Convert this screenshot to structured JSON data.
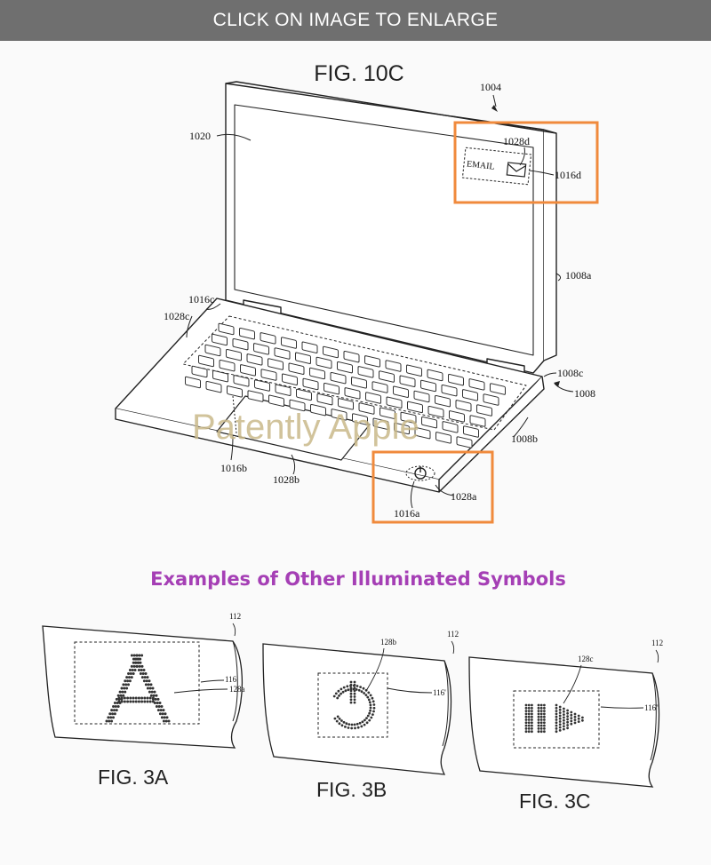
{
  "banner": {
    "text": "CLICK ON IMAGE TO ENLARGE"
  },
  "colors": {
    "highlight": "#f08a3c",
    "subtitle": "#a53fb5",
    "banner_bg": "#6f6f6f",
    "watermark": "#c9b98a",
    "line": "#222222"
  },
  "main_figure": {
    "title": "FIG. 10C",
    "refs": {
      "r1004": "1004",
      "r1020": "1020",
      "r1028d": "1028d",
      "r1016d": "1016d",
      "email": "EMAIL",
      "r1008a": "1008a",
      "r1016c": "1016c",
      "r1028c": "1028c",
      "r1008c": "1008c",
      "r1008": "1008",
      "r1008b": "1008b",
      "r1016b": "1016b",
      "r1028b": "1028b",
      "r1016a": "1016a",
      "r1028a": "1028a"
    },
    "icons": [
      "envelope-icon",
      "power-icon"
    ]
  },
  "watermark": {
    "text": "Patently Apple"
  },
  "subtitle": {
    "text": "Examples of Other Illuminated Symbols"
  },
  "small_figures": [
    {
      "title": "FIG. 3A",
      "r112": "112",
      "r116": "116",
      "r128": "128a",
      "symbol": "letter-a-icon"
    },
    {
      "title": "FIG. 3B",
      "r112": "112",
      "r116": "116'",
      "r128": "128b",
      "symbol": "power-icon"
    },
    {
      "title": "FIG. 3C",
      "r112": "112",
      "r116": "116\"",
      "r128": "128c",
      "symbol": "play-pause-icon"
    }
  ]
}
